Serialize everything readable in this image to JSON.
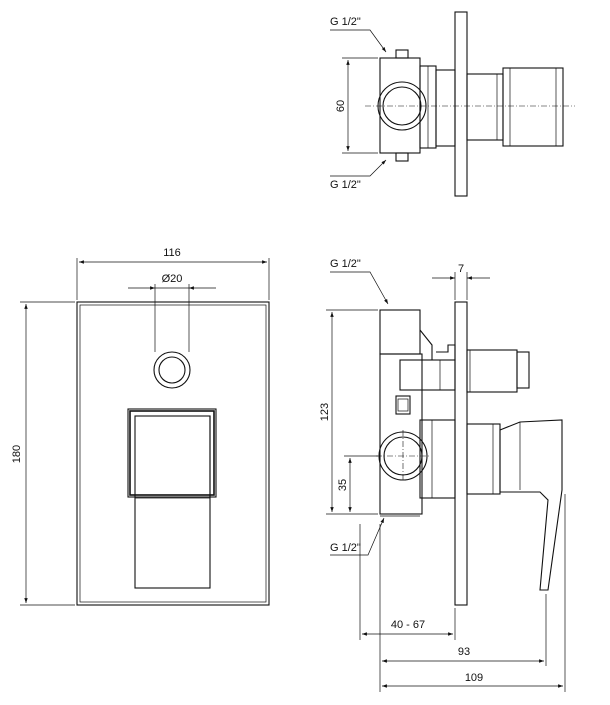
{
  "labels": {
    "top_thread_upper": "G 1/2\"",
    "top_thread_lower": "G 1/2\"",
    "top_height": "60",
    "front_width": "116",
    "front_bore": "Ø20",
    "front_height": "180",
    "side_thread_upper": "G 1/2\"",
    "side_thread_lower": "G 1/2\"",
    "side_plate_thickness": "7",
    "side_height_123": "123",
    "side_height_35": "35",
    "side_depth_range": "40 - 67",
    "side_depth_93": "93",
    "side_depth_109": "109"
  }
}
